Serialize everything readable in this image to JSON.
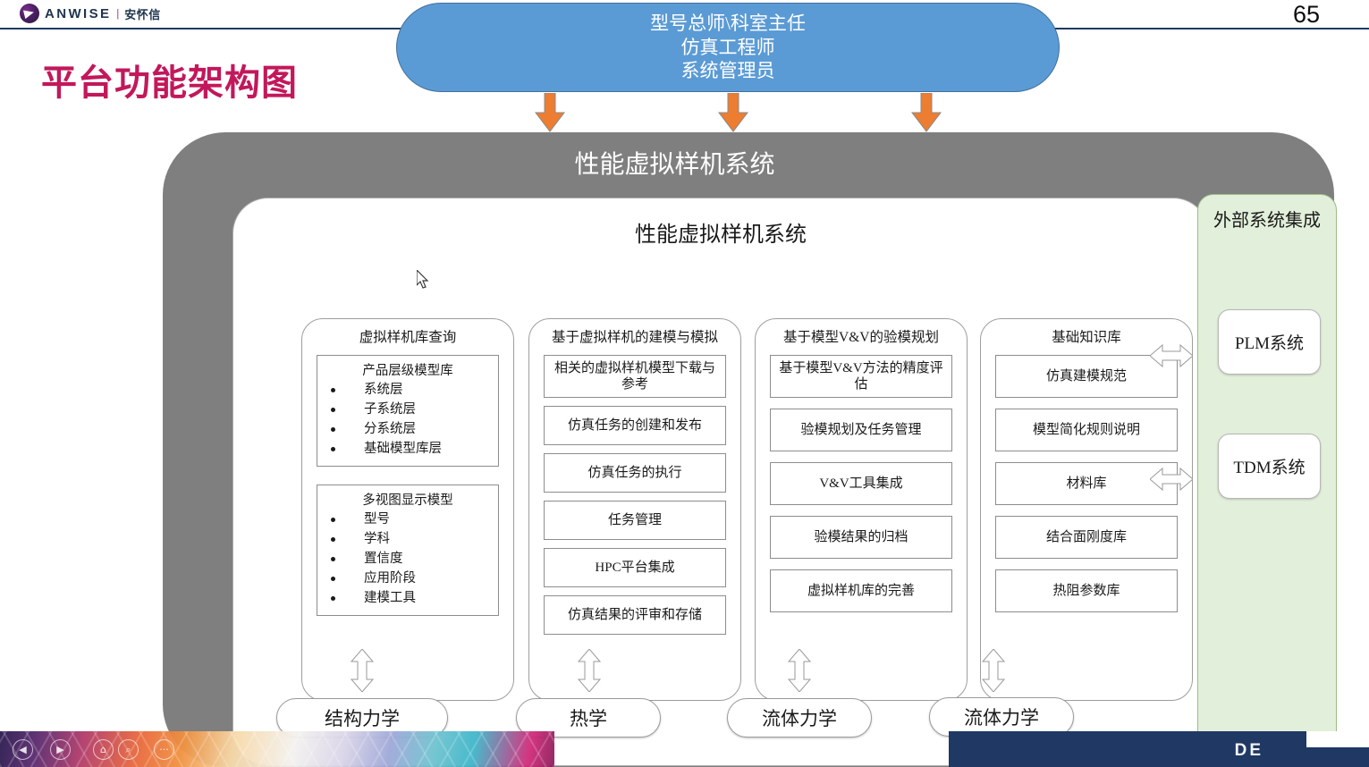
{
  "header": {
    "logo_en": "ANWISE",
    "logo_sep": "|",
    "logo_cn": "安怀信",
    "page_number": "65"
  },
  "slide": {
    "title": "平台功能架构图"
  },
  "roles_pill": {
    "lines": [
      "型号总师\\科室主任",
      "仿真工程师",
      "系统管理员"
    ],
    "fill": "#5b9bd5"
  },
  "system": {
    "outer_title": "性能虚拟样机系统",
    "inner_title": "性能虚拟样机系统"
  },
  "columns": [
    {
      "title": "虚拟样机库查询",
      "groups": [
        {
          "head": "产品层级模型库",
          "items": [
            "系统层",
            "子系统层",
            "分系统层",
            "基础模型库层"
          ]
        },
        {
          "head": "多视图显示模型",
          "items": [
            "型号",
            "学科",
            "置信度",
            "应用阶段",
            "建模工具"
          ]
        }
      ]
    },
    {
      "title": "基于虚拟样机的建模与模拟",
      "items": [
        "相关的虚拟样机模型下载与参考",
        "仿真任务的创建和发布",
        "仿真任务的执行",
        "任务管理",
        "HPC平台集成",
        "仿真结果的评审和存储"
      ]
    },
    {
      "title": "基于模型V&V的验模规划",
      "items": [
        "基于模型V&V方法的精度评估",
        "验模规划及任务管理",
        "V&V工具集成",
        "验模结果的归档",
        "虚拟样机库的完善"
      ]
    },
    {
      "title": "基础知识库",
      "items": [
        "仿真建模规范",
        "模型简化规则说明",
        "材料库",
        "结合面刚度库",
        "热阻参数库"
      ]
    }
  ],
  "external": {
    "title": "外部系统集成",
    "items": [
      "PLM系统",
      "TDM系统"
    ],
    "fill": "#e2efda"
  },
  "disciplines": [
    "结构力学",
    "热学",
    "流体力学",
    "流体力学"
  ],
  "taskbar": {
    "navy_text": "DE",
    "icons": [
      "back-icon",
      "play-icon",
      "home-icon",
      "search-icon",
      "more-icon"
    ]
  },
  "colors": {
    "accent_title": "#c2185b",
    "header_rule": "#1f3864",
    "gray_container": "#7f7f7f",
    "arrow_orange": "#ed7d31"
  }
}
